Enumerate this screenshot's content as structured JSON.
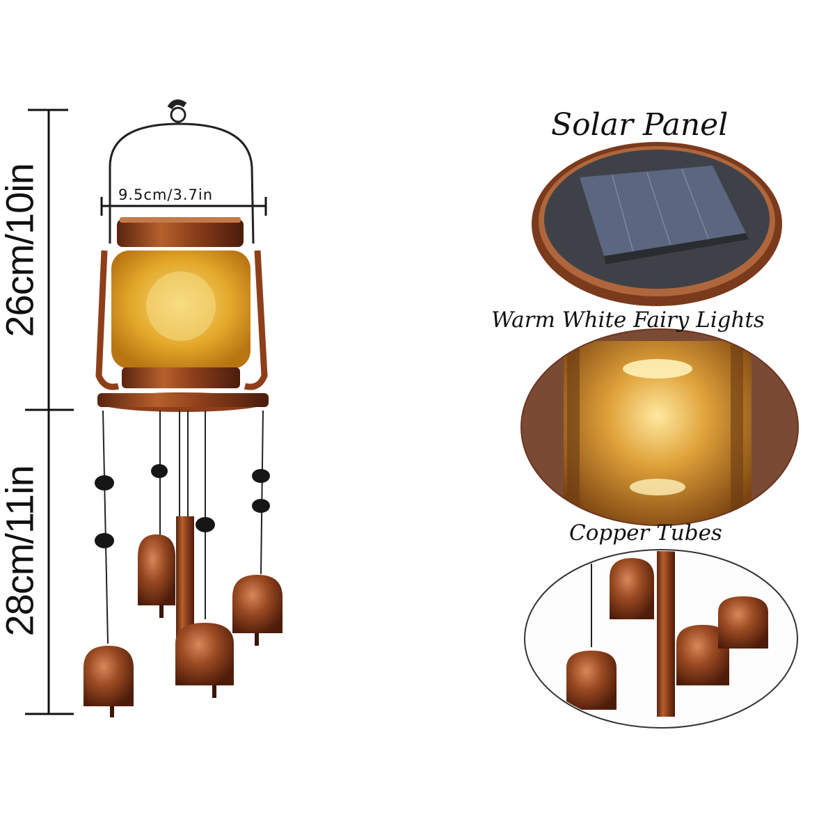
{
  "dimensions": {
    "height_top": "26cm/10in",
    "height_bottom": "28cm/11in",
    "width": "9.5cm/3.7in"
  },
  "features": [
    {
      "label": "Solar Panel",
      "icon": "solar-panel-closeup"
    },
    {
      "label": "Warm White Fairy Lights",
      "icon": "glowing-jar-closeup"
    },
    {
      "label": "Copper Tubes",
      "icon": "copper-bells-closeup"
    }
  ],
  "colors": {
    "copper": "#9a4a22",
    "amber_glass": "#e0a020",
    "solar_cell": "#55607a",
    "background": "#ffffff",
    "ink": "#111111"
  }
}
